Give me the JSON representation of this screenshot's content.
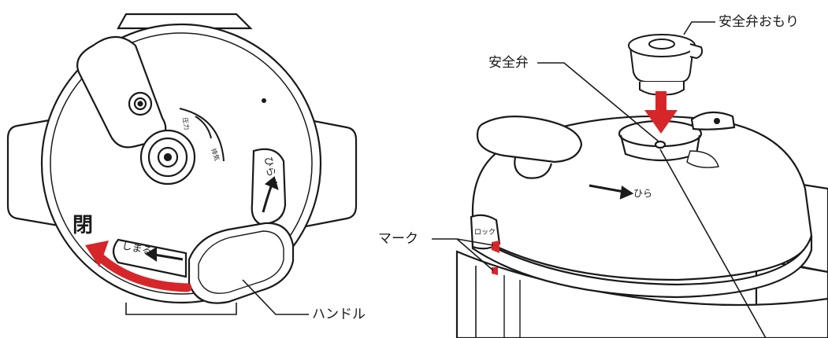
{
  "labels": {
    "close": "閉",
    "handle": "ハンドル",
    "mark": "マーク",
    "safety_valve": "安全弁",
    "safety_valve_weight": "安全弁おもり"
  },
  "lid_text": {
    "open": "ひらく",
    "close": "しまる",
    "lock": "ロック",
    "pressure": "圧力",
    "release": "排気",
    "open_small": "ひら"
  },
  "colors": {
    "line": "#1a1a1a",
    "accent": "#d7262a",
    "body": "#ffffff"
  }
}
